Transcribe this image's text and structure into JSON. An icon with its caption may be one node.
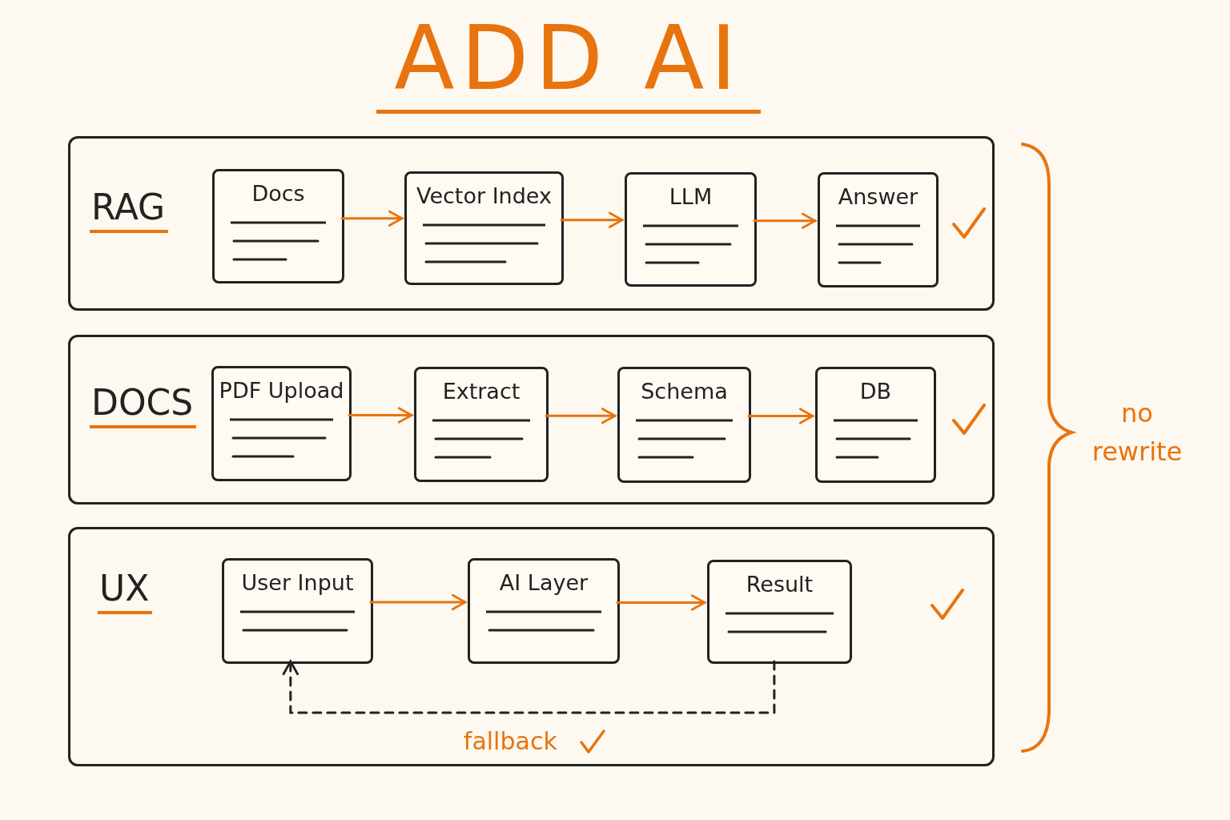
{
  "diagram": {
    "title": "ADD AI",
    "nodes": [
      {
        "text": [
          "RAG"
        ]
      },
      {
        "text": [
          "Docs"
        ],
        "in": 0
      },
      {
        "text": [
          "Vector Index"
        ],
        "in": 0
      },
      {
        "text": [
          "LLM"
        ],
        "in": 0
      },
      {
        "text": [
          "Answer"
        ],
        "in": 0
      },
      {
        "text": [
          "DOCS"
        ]
      },
      {
        "text": [
          "PDF Upload"
        ],
        "in": 5
      },
      {
        "text": [
          "Extract"
        ],
        "in": 5
      },
      {
        "text": [
          "Schema"
        ],
        "in": 5
      },
      {
        "text": [
          "DB"
        ],
        "in": 5
      },
      {
        "text": [
          "UX"
        ]
      },
      {
        "text": [
          "User Input"
        ],
        "in": 10
      },
      {
        "text": [
          "AI Layer"
        ],
        "in": 10
      },
      {
        "text": [
          "Result"
        ],
        "in": 10
      }
    ],
    "edges": [
      {
        "from": 1,
        "to": 2,
        "arrow": "to"
      },
      {
        "from": 2,
        "to": 3,
        "arrow": "to"
      },
      {
        "from": 3,
        "to": 4,
        "arrow": "to"
      },
      {
        "from": 6,
        "to": 7,
        "arrow": "to"
      },
      {
        "from": 7,
        "to": 8,
        "arrow": "to"
      },
      {
        "from": 8,
        "to": 9,
        "arrow": "to"
      },
      {
        "from": 11,
        "to": 12,
        "arrow": "to"
      },
      {
        "from": 12,
        "to": 13,
        "arrow": "to"
      },
      {
        "from": 13,
        "to": 11,
        "arrow": "to",
        "label": "fallback",
        "style": "dashed",
        "color": "#222222"
      }
    ],
    "labels": [
      "no rewrite"
    ]
  }
}
